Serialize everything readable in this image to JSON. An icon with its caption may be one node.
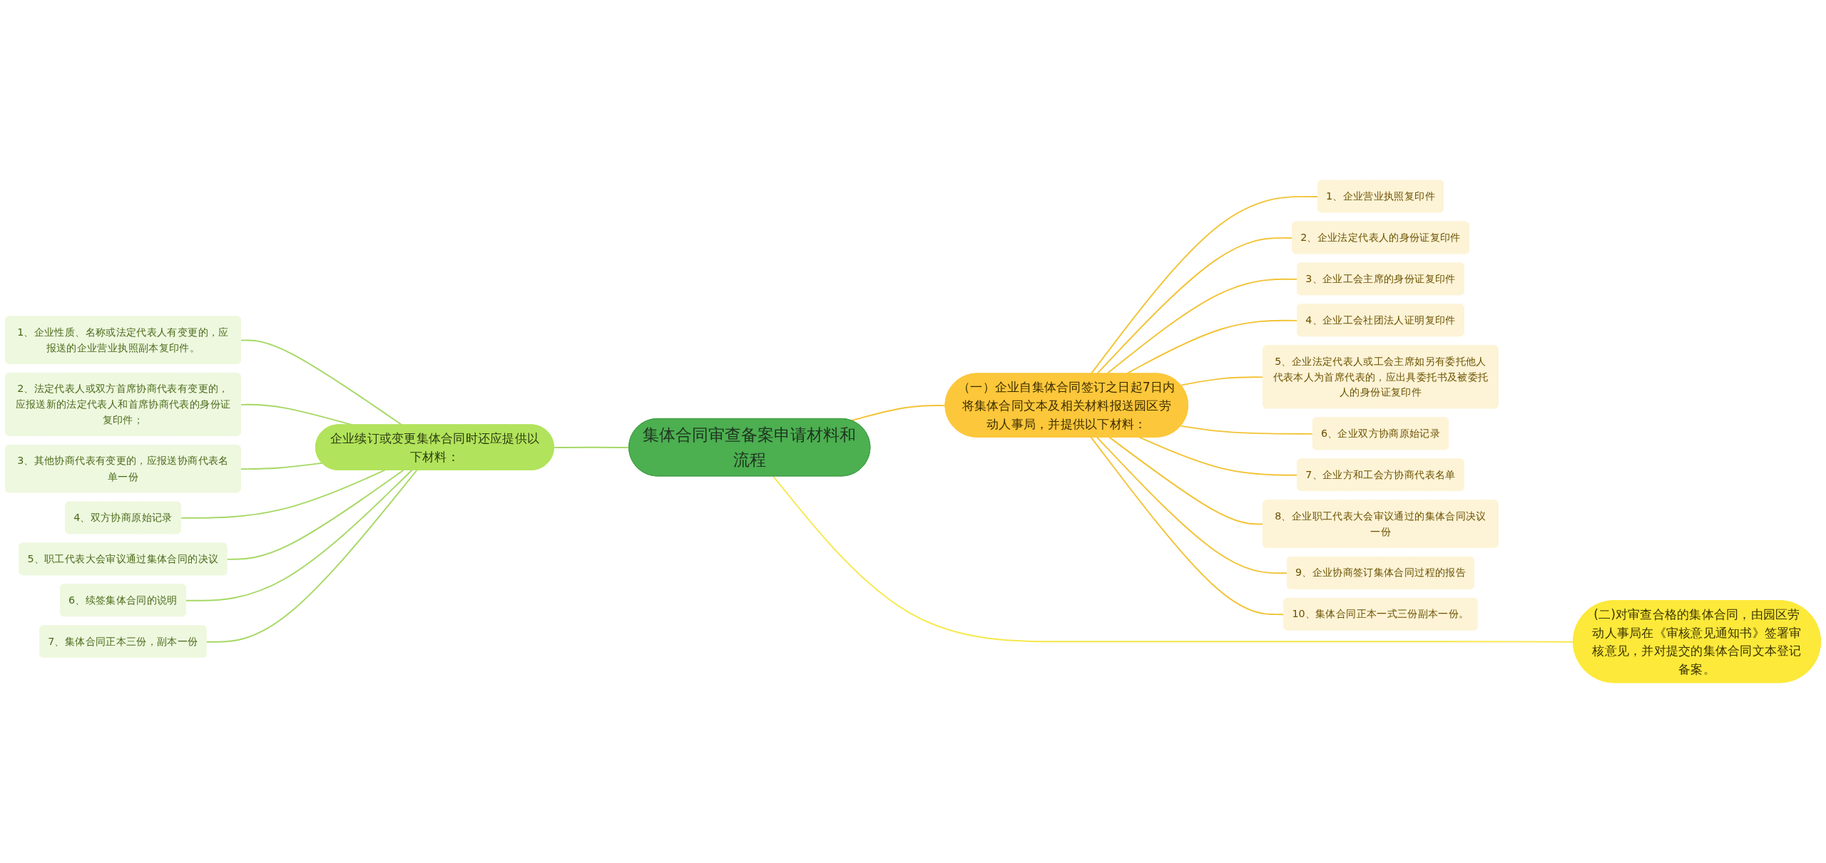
{
  "diagram": {
    "nodes": [
      {
        "text": [
          "集体合同审查备案申请材料和流程"
        ]
      },
      {
        "text": [
          "（一）企业自集体合同签订之日起7日内将集体合同文本及相关材料报送园区劳动人事局，并提供以下材料："
        ]
      },
      {
        "text": [
          "1、企业营业执照复印件"
        ]
      },
      {
        "text": [
          "2、企业法定代表人的身份证复印件"
        ]
      },
      {
        "text": [
          "3、企业工会主席的身份证复印件"
        ]
      },
      {
        "text": [
          "4、企业工会社团法人证明复印件"
        ]
      },
      {
        "text": [
          "5、企业法定代表人或工会主席如另有委托他人代表本人为首席代表的，应出具委托书及被委托人的身份证复印件"
        ]
      },
      {
        "text": [
          "6、企业双方协商原始记录"
        ]
      },
      {
        "text": [
          "7、企业方和工会方协商代表名单"
        ]
      },
      {
        "text": [
          "8、企业职工代表大会审议通过的集体合同决议一份"
        ]
      },
      {
        "text": [
          "9、企业协商签订集体合同过程的报告"
        ]
      },
      {
        "text": [
          "10、集体合同正本一式三份副本一份。"
        ]
      },
      {
        "text": [
          "(二)对审查合格的集体合同，由园区劳动人事局在《审核意见通知书》签署审核意见，并对提交的集体合同文本登记备案。"
        ]
      },
      {
        "text": [
          "企业续订或变更集体合同时还应提供以下材料："
        ]
      },
      {
        "text": [
          "1、企业性质、名称或法定代表人有变更的，应报送的企业营业执照副本复印件。"
        ]
      },
      {
        "text": [
          "2、法定代表人或双方首席协商代表有变更的，应报送新的法定代表人和首席协商代表的身份证复印件；"
        ]
      },
      {
        "text": [
          "3、其他协商代表有变更的，应报送协商代表名单一份"
        ]
      },
      {
        "text": [
          "4、双方协商原始记录"
        ]
      },
      {
        "text": [
          "5、职工代表大会审议通过集体合同的决议"
        ]
      },
      {
        "text": [
          "6、续签集体合同的说明"
        ]
      },
      {
        "text": [
          "7、集体合同正本三份，副本一份"
        ]
      }
    ],
    "edges": [
      {
        "from": 0,
        "to": 1,
        "arrow": "none"
      },
      {
        "from": 1,
        "to": 2,
        "arrow": "none"
      },
      {
        "from": 1,
        "to": 3,
        "arrow": "none"
      },
      {
        "from": 1,
        "to": 4,
        "arrow": "none"
      },
      {
        "from": 1,
        "to": 5,
        "arrow": "none"
      },
      {
        "from": 1,
        "to": 6,
        "arrow": "none"
      },
      {
        "from": 1,
        "to": 7,
        "arrow": "none"
      },
      {
        "from": 1,
        "to": 8,
        "arrow": "none"
      },
      {
        "from": 1,
        "to": 9,
        "arrow": "none"
      },
      {
        "from": 1,
        "to": 10,
        "arrow": "none"
      },
      {
        "from": 1,
        "to": 11,
        "arrow": "none"
      },
      {
        "from": 0,
        "to": 12,
        "arrow": "none",
        "color": "#f7e84a"
      },
      {
        "from": 0,
        "to": 13,
        "arrow": "none",
        "color": "#a6d864"
      },
      {
        "from": 13,
        "to": 14,
        "arrow": "none",
        "color": "#a6d864"
      },
      {
        "from": 13,
        "to": 15,
        "arrow": "none",
        "color": "#a6d864"
      },
      {
        "from": 13,
        "to": 16,
        "arrow": "none",
        "color": "#a6d864"
      },
      {
        "from": 13,
        "to": 17,
        "arrow": "none",
        "color": "#a6d864"
      },
      {
        "from": 13,
        "to": 18,
        "arrow": "none",
        "color": "#a6d864"
      },
      {
        "from": 13,
        "to": 19,
        "arrow": "none",
        "color": "#a6d864"
      },
      {
        "from": 13,
        "to": 20,
        "arrow": "none",
        "color": "#a6d864"
      }
    ]
  }
}
